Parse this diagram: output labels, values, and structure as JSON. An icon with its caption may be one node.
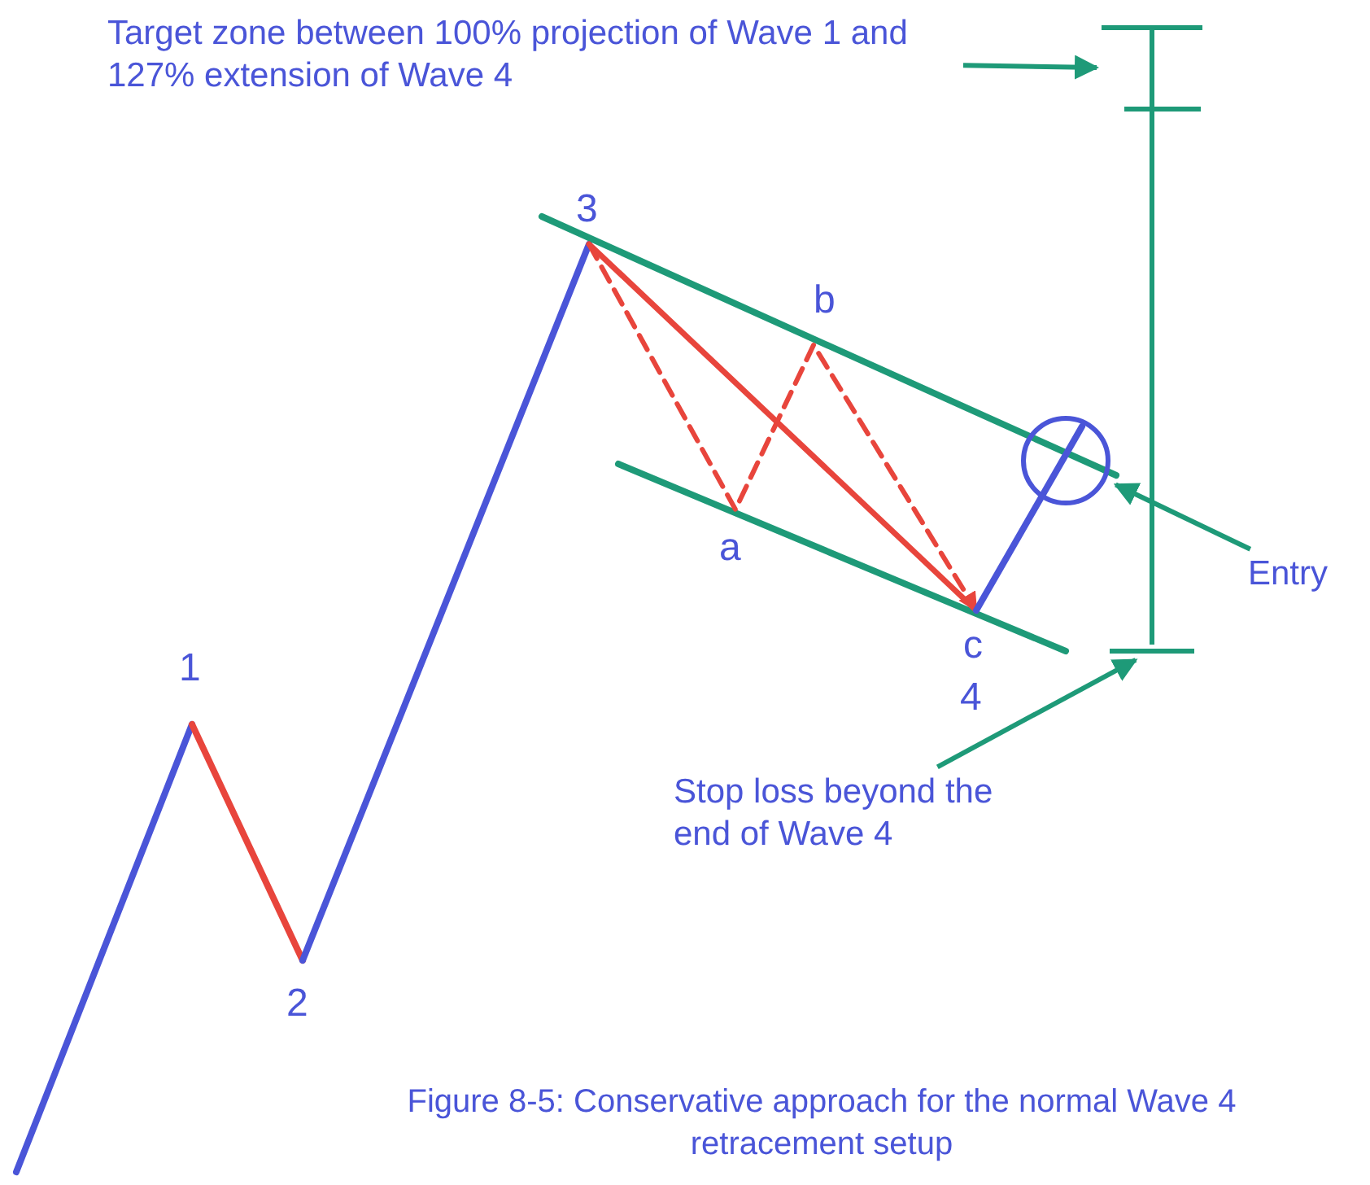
{
  "diagram": {
    "caption": "Figure 8-5: Conservative approach for the normal Wave 4 retracement setup",
    "nodes": [
      {
        "text": [
          "Target zone between 100% projection of Wave 1 and 127% extension of Wave 4"
        ]
      },
      {
        "text": [],
        "shape": "bar"
      },
      {
        "text": [
          "Entry"
        ]
      },
      {
        "text": [],
        "shape": "circle"
      },
      {
        "text": [
          "Stop loss beyond the end of Wave 4"
        ]
      },
      {
        "text": [],
        "shape": "bar"
      }
    ],
    "edges": [
      {
        "from": 0,
        "to": 1,
        "arrow": "to"
      },
      {
        "from": 2,
        "to": 3,
        "arrow": "to"
      },
      {
        "from": 4,
        "to": 5,
        "arrow": "to"
      },
      {
        "from": 1,
        "to": 5,
        "arrow": "none"
      }
    ],
    "labels": [
      "3",
      "b",
      "a",
      "1",
      "c",
      "4",
      "2"
    ]
  }
}
